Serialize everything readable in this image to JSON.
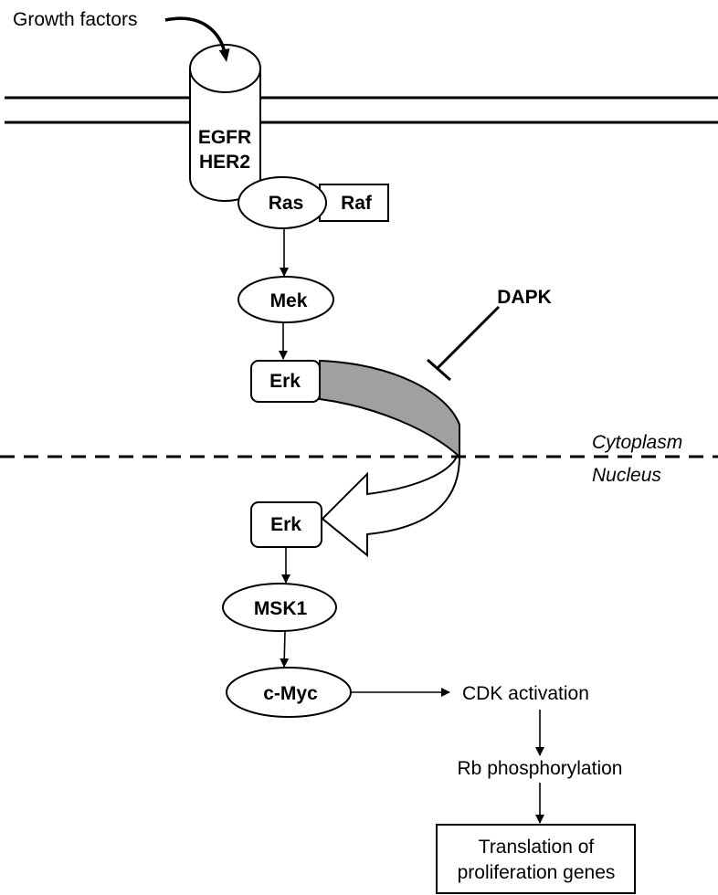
{
  "diagram": {
    "title": "EGFR/HER2 - Ras - Erk - c-Myc signalling pathway with DAPK inhibition",
    "labels": {
      "growth_factors": "Growth factors",
      "receptor_line1": "EGFR",
      "receptor_line2": "HER2",
      "ras": "Ras",
      "raf": "Raf",
      "mek": "Mek",
      "erk_cytoplasm": "Erk",
      "dapk": "DAPK",
      "cytoplasm": "Cytoplasm",
      "nucleus": "Nucleus",
      "erk_nucleus": "Erk",
      "msk1": "MSK1",
      "cmyc": "c-Myc",
      "cdk": "CDK activation",
      "rb": "Rb phosphorylation",
      "translation_line1": "Translation of",
      "translation_line2": "proliferation genes"
    },
    "edges": [
      {
        "from": "Growth factors",
        "to": "EGFR/HER2",
        "type": "activation"
      },
      {
        "from": "Ras/Raf",
        "to": "Mek",
        "type": "activation"
      },
      {
        "from": "Mek",
        "to": "Erk (cytoplasm)",
        "type": "activation"
      },
      {
        "from": "Erk (cytoplasm)",
        "to": "Erk (nucleus)",
        "type": "translocation"
      },
      {
        "from": "DAPK",
        "to": "Erk translocation",
        "type": "inhibition"
      },
      {
        "from": "Erk (nucleus)",
        "to": "MSK1",
        "type": "activation"
      },
      {
        "from": "MSK1",
        "to": "c-Myc",
        "type": "activation"
      },
      {
        "from": "c-Myc",
        "to": "CDK activation",
        "type": "activation"
      },
      {
        "from": "CDK activation",
        "to": "Rb phosphorylation",
        "type": "activation"
      },
      {
        "from": "Rb phosphorylation",
        "to": "Translation of proliferation genes",
        "type": "activation"
      }
    ],
    "colors": {
      "translocation_fill": "#a0a0a0",
      "stroke": "#000000",
      "background": "#ffffff"
    }
  }
}
